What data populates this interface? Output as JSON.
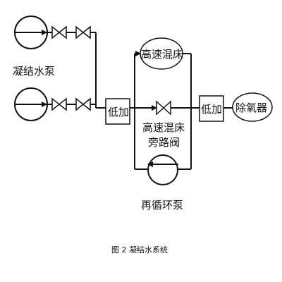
{
  "labels": {
    "condensate_pump": "凝结水泵",
    "low_heater_1": "低加",
    "high_speed_mixed_bed": "高速混床",
    "bypass_valve": [
      "高速混床",
      "旁路阀"
    ],
    "low_heater_2": "低加",
    "deaerator": "除氧器",
    "recirculation_pump": "再循环泵"
  },
  "caption": "图 2 凝结水系统"
}
